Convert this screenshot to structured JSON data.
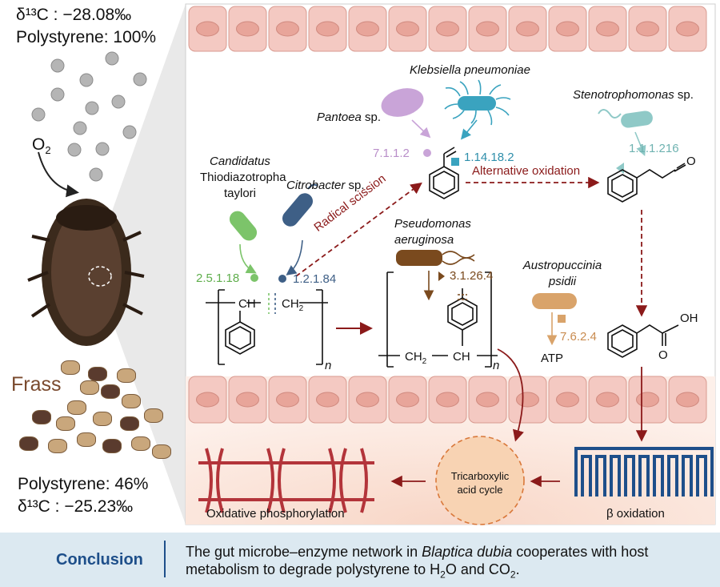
{
  "left_panel": {
    "top_delta": "δ¹³C : −28.08‰",
    "top_polystyrene": "Polystyrene: 100%",
    "oxygen_label": "O",
    "oxygen_sub": "2",
    "frass_label": "Frass",
    "bottom_polystyrene": "Polystyrene: 46%",
    "bottom_delta": "δ¹³C : −25.23‰"
  },
  "microbes": {
    "klebsiella": "Klebsiella pneumoniae",
    "pantoea_name": "Pantoea",
    "pantoea_sp": " sp.",
    "stenotrophomonas_name": "Stenotrophomonas",
    "stenotrophomonas_sp": " sp.",
    "candidatus_line1": "Candidatus",
    "candidatus_line2": "Thiodiazotropha",
    "candidatus_line3": "taylori",
    "citrobacter_name": "Citrobacter",
    "citrobacter_sp": " sp.",
    "pseudomonas_line1": "Pseudomonas",
    "pseudomonas_line2": "aeruginosa",
    "austropuccinia_line1": "Austropuccinia",
    "austropuccinia_line2": "psidii"
  },
  "enzymes": {
    "ec_7112": "7.1.1.2",
    "ec_114182": "1.14.18.2",
    "ec_111216": "1.1.1.216",
    "ec_25118": "2.5.1.18",
    "ec_12184": "1.2.1.84",
    "ec_31264": "3.1.26.4",
    "ec_7624": "7.6.2.4"
  },
  "pathway": {
    "alternative_oxidation": "Alternative oxidation",
    "radical_scission": "Radical scission",
    "ch": "CH",
    "ch2": "CH",
    "ch2_sub": "2",
    "n": "n",
    "ch2_b": "CH",
    "ch2_b_sub": "2",
    "ch_b": "CH",
    "n_b": "n",
    "aldehyde_o": "O",
    "acid_oh": "OH",
    "acid_o": "O",
    "atp": "ATP",
    "tca_line1": "Tricarboxylic",
    "tca_line2": "acid cycle",
    "beta_oxidation": "β oxidation",
    "oxidative_phosphorylation": "Oxidative phosphorylation"
  },
  "conclusion": {
    "label": "Conclusion",
    "text_part1": "The gut microbe–enzyme network in ",
    "text_species": "Blaptica dubia",
    "text_part2": " cooperates with host metabolism to degrade polystyrene to H",
    "text_sub1": "2",
    "text_part3": "O and CO",
    "text_sub2": "2",
    "text_part4": "."
  },
  "colors": {
    "arrow_dark_red": "#8b1a1a",
    "klebsiella": "#3aa3bf",
    "pantoea": "#c9a4d8",
    "stenotrophomonas": "#8fc9c7",
    "candidatus": "#7cc46a",
    "citrobacter": "#3e5f86",
    "pseudomonas": "#7a4a1e",
    "austropuccinia": "#d9a36a",
    "mitochondria": "#1e4f8a",
    "conclusion_bar": "#dce9f1"
  }
}
